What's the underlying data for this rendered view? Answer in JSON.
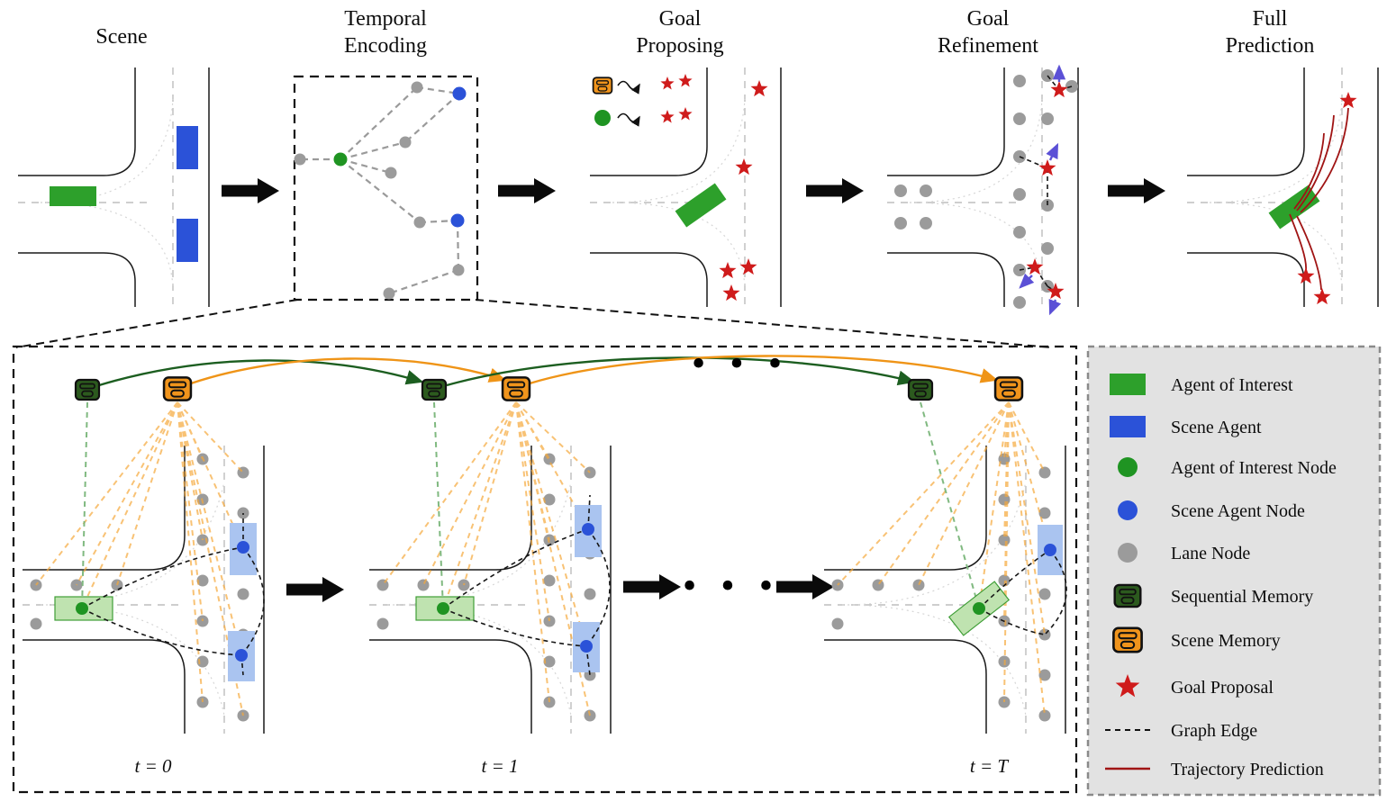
{
  "pipeline": {
    "stages": [
      {
        "line1": "Scene",
        "line2": ""
      },
      {
        "line1": "Temporal",
        "line2": "Encoding"
      },
      {
        "line1": "Goal",
        "line2": "Proposing"
      },
      {
        "line1": "Goal",
        "line2": "Refinement"
      },
      {
        "line1": "Full",
        "line2": "Prediction"
      }
    ]
  },
  "timeline": {
    "labels": [
      "t = 0",
      "t = 1",
      "t = T"
    ],
    "ellipsis": "• • •"
  },
  "legend": {
    "items": [
      {
        "label": "Agent of Interest",
        "swatch": "green-rect"
      },
      {
        "label": "Scene Agent",
        "swatch": "blue-rect"
      },
      {
        "label": "Agent of Interest Node",
        "swatch": "green-circle"
      },
      {
        "label": "Scene Agent Node",
        "swatch": "blue-circle"
      },
      {
        "label": "Lane Node",
        "swatch": "gray-circle"
      },
      {
        "label": "Sequential Memory",
        "swatch": "green-memory-icon"
      },
      {
        "label": "Scene Memory",
        "swatch": "orange-memory-icon"
      },
      {
        "label": "Goal Proposal",
        "swatch": "red-star"
      },
      {
        "label": "Graph Edge",
        "swatch": "black-dashed-line"
      },
      {
        "label": "Trajectory Prediction",
        "swatch": "dark-red-line"
      }
    ]
  },
  "colors": {
    "agent_of_interest": "#2da02b",
    "scene_agent": "#2b52d8",
    "agent_of_interest_node": "#1f9422",
    "scene_agent_node": "#2b52d8",
    "lane_node": "#9b9b9b",
    "sequential_memory": "#2c5a1e",
    "scene_memory": "#f0941c",
    "goal_proposal": "#cf1b1b",
    "graph_edge": "#111111",
    "trajectory_prediction": "#a01414",
    "memory_attention": "#f6a93b",
    "sequential_attention": "#79b579",
    "refinement_arrow": "#5b50d6",
    "legend_background": "#e2e2e2"
  }
}
